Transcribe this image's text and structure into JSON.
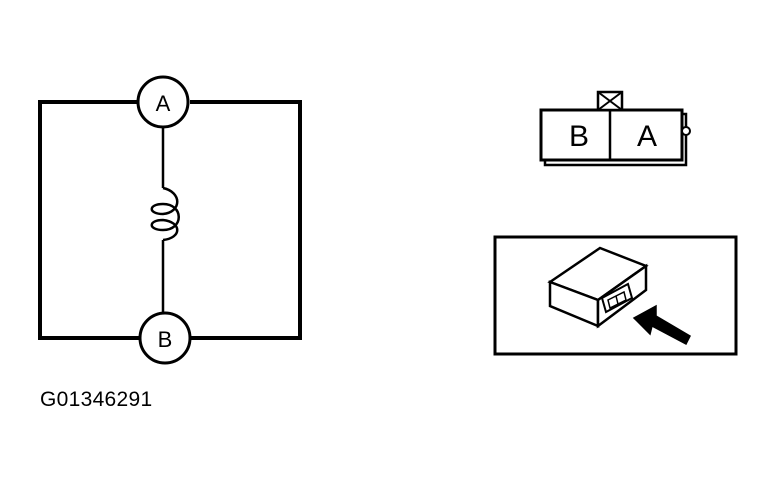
{
  "circuit": {
    "terminal_top": "A",
    "terminal_bottom": "B",
    "component": "coil-icon"
  },
  "connector": {
    "pin_left": "B",
    "pin_right": "A",
    "latch": "latch-icon"
  },
  "inset": {
    "module": "module-box-icon",
    "pointer": "arrow-icon"
  },
  "figure_code": "G01346291",
  "colors": {
    "line": "#000000",
    "background": "#ffffff"
  }
}
